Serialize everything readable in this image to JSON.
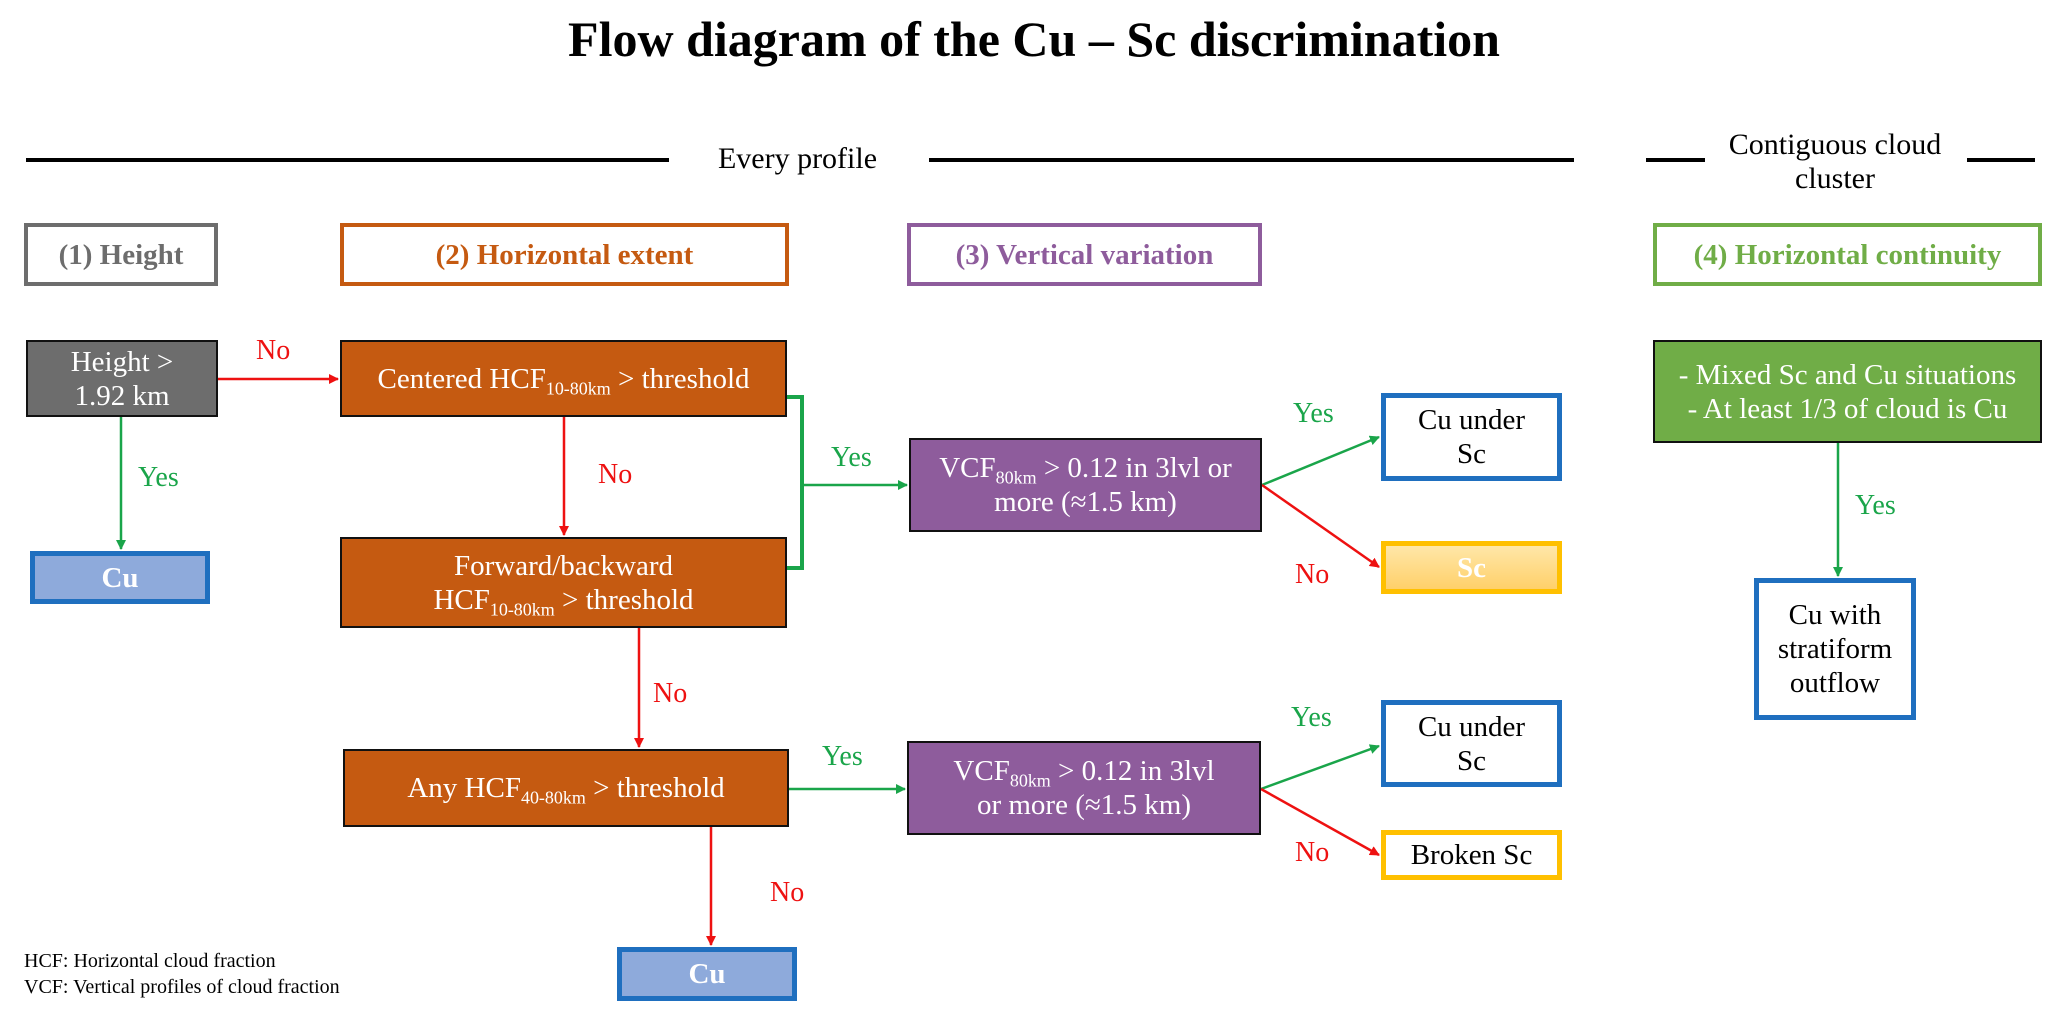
{
  "title": "Flow diagram of the Cu – Sc discrimination",
  "sections": {
    "every_profile": "Every profile",
    "cluster_line1": "Contiguous cloud",
    "cluster_line2": "cluster"
  },
  "headers": {
    "h1": "(1) Height",
    "h2": "(2) Horizontal extent",
    "h3": "(3) Vertical variation",
    "h4": "(4) Horizontal continuity"
  },
  "colors": {
    "height": "#6d6d6d",
    "horizontal_extent": "#c55a11",
    "vertical_variation": "#8e5c9c",
    "horizontal_continuity": "#70ad47",
    "cu_result_fill": "#8eaadb",
    "result_blue_border": "#1f6fbf",
    "sc_fill": "#ffd97a",
    "sc_border": "#ffc000",
    "yes": "#1aa54a",
    "no": "#ee1111"
  },
  "nodes": {
    "height_line1": "Height >",
    "height_line2": "1.92 km",
    "cu1": "Cu",
    "centered_pre": "Centered HCF",
    "centered_sub": "10-80km",
    "centered_post": " > threshold",
    "forward_line1": "Forward/backward",
    "forward_pre": "HCF",
    "forward_sub": "10-80km",
    "forward_post": " > threshold",
    "any_pre": "Any HCF",
    "any_sub": "40-80km",
    "any_post": " > threshold",
    "cu2": "Cu",
    "vcf1_pre": "VCF",
    "vcf1_sub": "80km",
    "vcf1_post": " > 0.12 in 3lvl or",
    "vcf1_line2": "more (≈1.5 km)",
    "vcf2_pre": "VCF",
    "vcf2_sub": "80km",
    "vcf2_post": " > 0.12 in 3lvl",
    "vcf2_line2": "or more (≈1.5 km)",
    "cu_under_sc_1_line1": "Cu under",
    "cu_under_sc_1_line2": "Sc",
    "sc": "Sc",
    "cu_under_sc_2_line1": "Cu under",
    "cu_under_sc_2_line2": "Sc",
    "broken_sc": "Broken Sc",
    "mixed_line1": "- Mixed Sc and Cu situations",
    "mixed_line2": "- At least 1/3 of cloud is Cu",
    "cu_with_line1": "Cu with",
    "cu_with_line2": "stratiform",
    "cu_with_line3": "outflow"
  },
  "edge_labels": {
    "yes": "Yes",
    "no": "No"
  },
  "legend": {
    "hcf": "HCF: Horizontal cloud fraction",
    "vcf": "VCF: Vertical  profiles of cloud fraction"
  }
}
